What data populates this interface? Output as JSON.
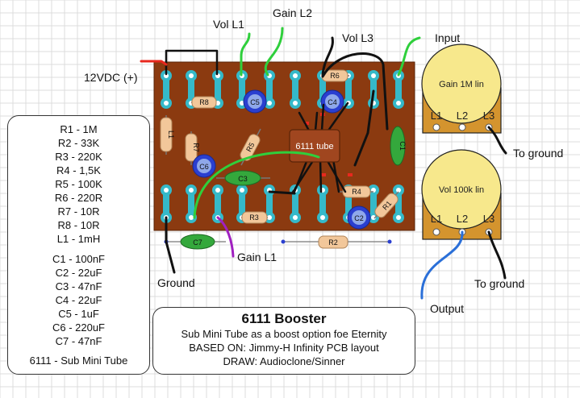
{
  "labels": {
    "vol_l1": "Vol L1",
    "gain_l2": "Gain L2",
    "vol_l3": "Vol L3",
    "input": "Input",
    "power": "12VDC (+)",
    "to_ground_1": "To ground",
    "to_ground_2": "To ground",
    "ground": "Ground",
    "gain_l1": "Gain L1",
    "output": "Output"
  },
  "pot_gain": {
    "name": "Gain 1M lin",
    "l1": "L1",
    "l2": "L2",
    "l3": "L3"
  },
  "pot_vol": {
    "name": "Vol 100k lin",
    "l1": "L1",
    "l2": "L2",
    "l3": "L3"
  },
  "components": {
    "tube": "6111 tube",
    "r1": "R1",
    "r2": "R2",
    "r3": "R3",
    "r4": "R4",
    "r5": "R5",
    "r6": "R6",
    "r7": "R7",
    "r8": "R8",
    "l1": "L1",
    "c1": "C1",
    "c2": "C2",
    "c3": "C3",
    "c4": "C4",
    "c5": "C5",
    "c6": "C6",
    "c7": "C7"
  },
  "bom": [
    "R1 - 1M",
    "R2 - 33K",
    "R3 - 220K",
    "R4 - 1,5K",
    "R5 - 100K",
    "R6 - 220R",
    "R7 - 10R",
    "R8 - 10R",
    "L1 - 1mH",
    "C1 - 100nF",
    "C2 - 22uF",
    "C3 - 47nF",
    "C4 - 22uF",
    "C5 - 1uF",
    "C6 - 220uF",
    "C7 - 47nF",
    "6111 - Sub Mini Tube"
  ],
  "title": {
    "heading": "6111 Booster",
    "line1": "Sub Mini Tube as a boost option foe Eternity",
    "line2": "BASED ON: Jimmy-H Infinity PCB layout",
    "line3": "DRAW: Audioclone/Sinner"
  },
  "colors": {
    "board": "#8b3a10",
    "strip": "#35b9c9",
    "resistor": "#f2c79a",
    "pot_face": "#f7e88c",
    "pot_body": "#d4942e",
    "cap_film": "#34a83c",
    "cap_elec": "#2a3fd0",
    "tube": "#a0461f"
  }
}
